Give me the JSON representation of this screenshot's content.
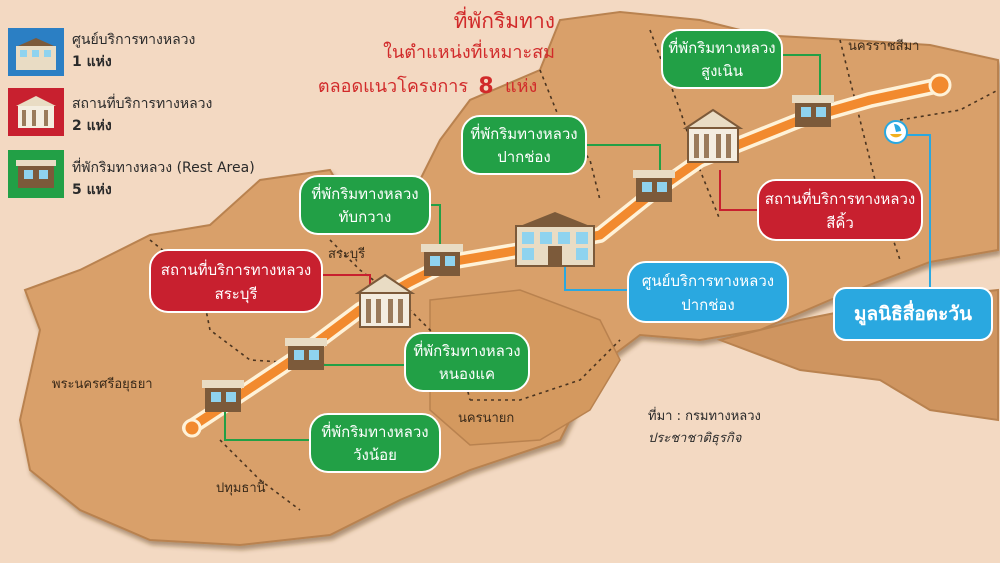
{
  "title": {
    "line1": "ที่พักริมทาง",
    "line2": "ในตำแหน่งที่เหมาะสม",
    "line3_prefix": "ตลอดแนวโครงการ",
    "line3_number": "8",
    "line3_suffix": "แห่ง"
  },
  "legend": {
    "items": [
      {
        "label": "ศูนย์บริการทางหลวง",
        "count": "1 แห่ง",
        "color": "#2b7fc4",
        "icon": "service-center-icon"
      },
      {
        "label": "สถานที่บริการทางหลวง",
        "count": "2 แห่ง",
        "color": "#c8202f",
        "icon": "service-station-icon"
      },
      {
        "label": "ที่พักริมทางหลวง (Rest Area)",
        "count": "5 แห่ง",
        "color": "#22a046",
        "icon": "rest-area-icon"
      }
    ]
  },
  "callouts": [
    {
      "line1": "ที่พักริมทางหลวง",
      "line2": "สูงเนิน",
      "kind": "rest",
      "color": "#22a046"
    },
    {
      "line1": "ที่พักริมทางหลวง",
      "line2": "ปากช่อง",
      "kind": "rest",
      "color": "#22a046"
    },
    {
      "line1": "ที่พักริมทางหลวง",
      "line2": "ทับกวาง",
      "kind": "rest",
      "color": "#22a046"
    },
    {
      "line1": "สถานที่บริการทางหลวง",
      "line2": "สีคิ้ว",
      "kind": "station",
      "color": "#c8202f"
    },
    {
      "line1": "สถานที่บริการทางหลวง",
      "line2": "สระบุรี",
      "kind": "station",
      "color": "#c8202f"
    },
    {
      "line1": "ศูนย์บริการทางหลวง",
      "line2": "ปากช่อง",
      "kind": "center",
      "color": "#2aa8e0"
    },
    {
      "line1": "ที่พักริมทางหลวง",
      "line2": "หนองแค",
      "kind": "rest",
      "color": "#22a046"
    },
    {
      "line1": "ที่พักริมทางหลวง",
      "line2": "วังน้อย",
      "kind": "rest",
      "color": "#22a046"
    }
  ],
  "places": {
    "nakhon_ratchasima": "นครราชสีมา",
    "saraburi": "สระบุรี",
    "ayutthaya": "พระนครศรีอยุธยา",
    "nakhon_nayok": "นครนายก",
    "pathum_thani": "ปทุมธานี"
  },
  "source": {
    "line1": "ที่มา : กรมทางหลวง",
    "line2": "ประชาชาติธุรกิจ"
  },
  "brand": {
    "label": "มูลนิธิสื่อตะวัน",
    "color": "#2aa8e0"
  },
  "colors": {
    "land": "#d9a06a",
    "land_dark": "#b9824f",
    "background": "#f3d9c2",
    "route": "#f28a2e",
    "route_glow": "#fff2d8"
  }
}
